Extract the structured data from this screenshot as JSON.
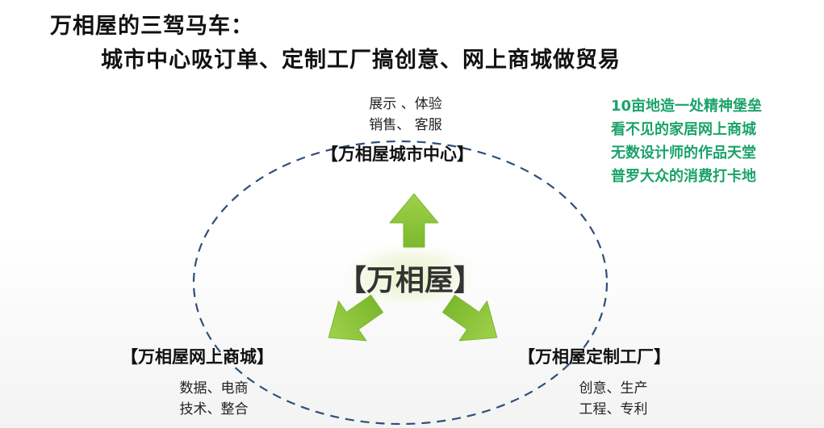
{
  "title": {
    "line1": "万相屋的三驾马车：",
    "line2": "城市中心吸订单、定制工厂搞创意、网上商城做贸易"
  },
  "notes": [
    "10亩地造一处精神堡垒",
    "看不见的家居网上商城",
    "无数设计师的作品天堂",
    "普罗大众的消费打卡地"
  ],
  "center": {
    "label": "【万相屋】"
  },
  "nodes": {
    "city": {
      "label": "【万相屋城市中心】",
      "desc1": "展示 、体验",
      "desc2": "销售、 客服"
    },
    "online": {
      "label": "【万相屋网上商城】",
      "desc1": "数据、电商",
      "desc2": "技术、整合"
    },
    "factory": {
      "label": "【万相屋定制工厂】",
      "desc1": "创意、生产",
      "desc2": "工程、专利"
    }
  },
  "colors": {
    "notes_text": "#1aa36a",
    "arrow_green": "#8dc63f",
    "circle_dash": "#2f4f7a"
  }
}
